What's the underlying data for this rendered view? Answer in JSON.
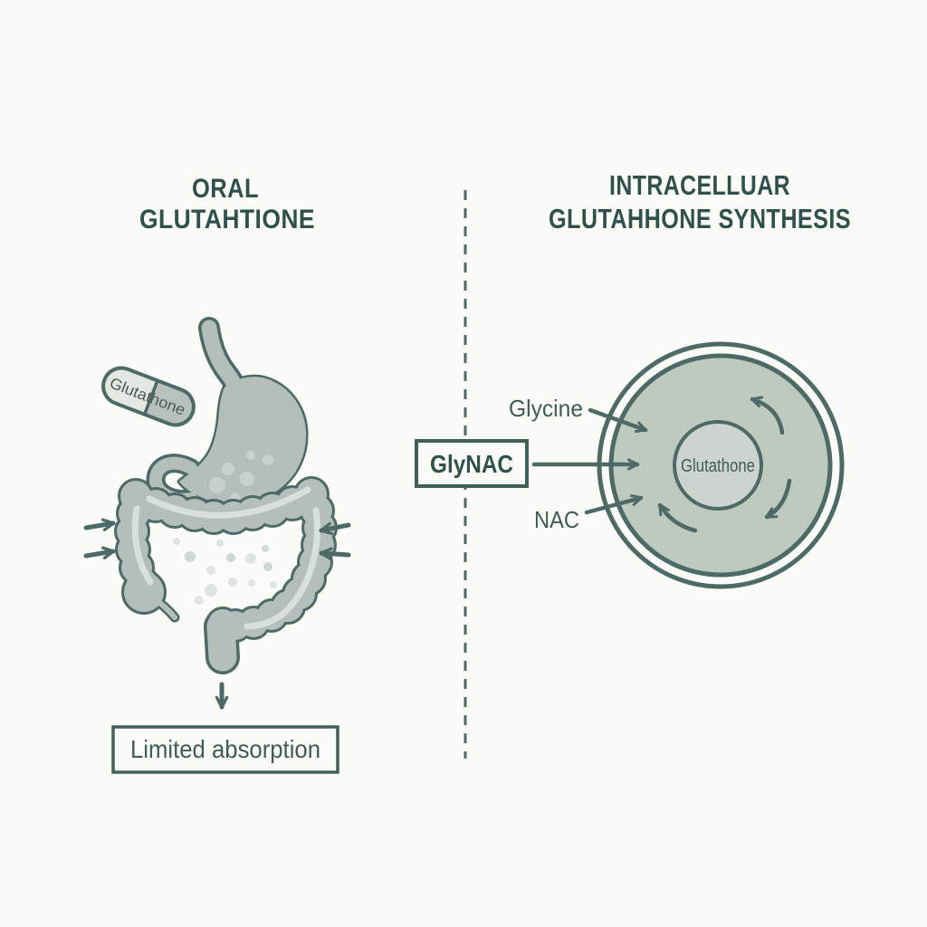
{
  "diagram": {
    "left": {
      "title_line1": "ORAL",
      "title_line2": "GLUTAHTIONE",
      "pill_label": "Glutathone",
      "result_label": "Limited absorption"
    },
    "right": {
      "title_line1": "INTRACELLUAR",
      "title_line2": "GLUTAHHONE SYNTHESIS",
      "glycine_label": "Glycine",
      "glynac_label": "GlyNAC",
      "nac_label": "NAC",
      "nucleus_label": "Glutathone"
    },
    "colors": {
      "background": "#fbfbf8",
      "outline": "#4d6a66",
      "organ_fill": "#b4bfbb",
      "organ_highlight": "#d9dfda",
      "stomach_bubble": "#c8d1cd",
      "floating_dot": "#dfe5e1",
      "cell_cytoplasm": "#bec9c0",
      "cell_nucleus": "#cdd3ce",
      "pill_light": "#e5e8e2",
      "pill_dark": "#b7c1bd",
      "title_text": "#30514b",
      "label_text": "#405c57"
    }
  }
}
